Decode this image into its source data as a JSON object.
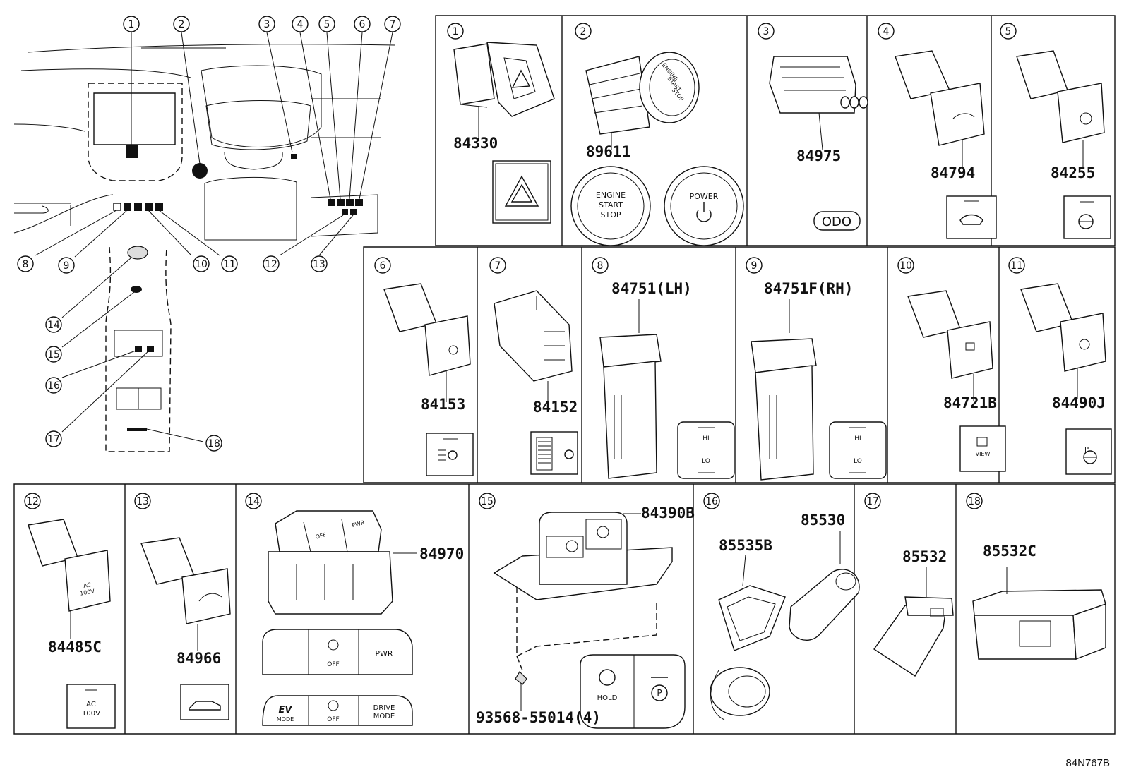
{
  "diagram_code": "84N767B",
  "overview": {
    "callouts": [
      "1",
      "2",
      "3",
      "4",
      "5",
      "6",
      "7",
      "8",
      "9",
      "10",
      "11",
      "12",
      "13",
      "14",
      "15",
      "16",
      "17",
      "18"
    ]
  },
  "panels": [
    {
      "num": "1",
      "parts": [
        "84330"
      ]
    },
    {
      "num": "2",
      "parts": [
        "89611"
      ],
      "labels": [
        "ENGINE",
        "START",
        "STOP",
        "POWER",
        "ENGINE",
        "START",
        "STOP"
      ]
    },
    {
      "num": "3",
      "parts": [
        "84975"
      ],
      "labels": [
        "ODO"
      ]
    },
    {
      "num": "4",
      "parts": [
        "84794"
      ]
    },
    {
      "num": "5",
      "parts": [
        "84255"
      ]
    },
    {
      "num": "6",
      "parts": [
        "84153"
      ]
    },
    {
      "num": "7",
      "parts": [
        "84152"
      ]
    },
    {
      "num": "8",
      "parts": [
        "84751(LH)"
      ],
      "labels": [
        "HI",
        "LO"
      ]
    },
    {
      "num": "9",
      "parts": [
        "84751F(RH)"
      ],
      "labels": [
        "HI",
        "LO"
      ]
    },
    {
      "num": "10",
      "parts": [
        "84721B"
      ],
      "labels": [
        "VIEW"
      ]
    },
    {
      "num": "11",
      "parts": [
        "84490J"
      ],
      "labels": [
        "P"
      ]
    },
    {
      "num": "12",
      "parts": [
        "84485C"
      ],
      "labels": [
        "AC",
        "100V",
        "AC",
        "100V"
      ]
    },
    {
      "num": "13",
      "parts": [
        "84966"
      ]
    },
    {
      "num": "14",
      "parts": [
        "84970"
      ],
      "labels": [
        "OFF",
        "PWR",
        "EV",
        "MODE",
        "OFF",
        "DRIVE",
        "MODE",
        "OFF",
        "PWR"
      ]
    },
    {
      "num": "15",
      "parts": [
        "84390B",
        "93568-55014(4)"
      ],
      "labels": [
        "HOLD",
        "P"
      ]
    },
    {
      "num": "16",
      "parts": [
        "85535B",
        "85530"
      ]
    },
    {
      "num": "17",
      "parts": [
        "85532"
      ]
    },
    {
      "num": "18",
      "parts": [
        "85532C"
      ]
    }
  ]
}
